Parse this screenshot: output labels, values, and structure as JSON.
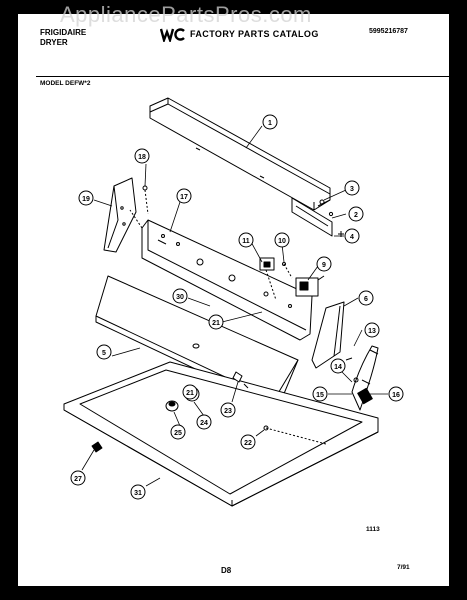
{
  "header": {
    "brand_line1": "FRIGIDAIRE",
    "brand_line2": "DRYER",
    "catalog_title": "FACTORY PARTS CATALOG",
    "part_number": "5995216787",
    "model": "MODEL DEFW*2"
  },
  "watermark": "AppliancePartsPros.com",
  "footer": {
    "figure_code": "1113",
    "page": "D8",
    "date": "7/91"
  },
  "callouts": {
    "c1": "1",
    "c2": "2",
    "c3": "3",
    "c4": "4",
    "c5": "5",
    "c6": "6",
    "c9": "9",
    "c10": "10",
    "c11": "11",
    "c13": "13",
    "c14": "14",
    "c15": "15",
    "c16": "16",
    "c17": "17",
    "c18": "18",
    "c19": "19",
    "c21a": "21",
    "c21b": "21",
    "c22": "22",
    "c23": "23",
    "c24": "24",
    "c25": "25",
    "c27": "27",
    "c30": "30",
    "c31": "31"
  },
  "colors": {
    "ink": "#000000",
    "paper": "#ffffff",
    "frame": "#000000",
    "watermark": "#d2d2d2"
  }
}
